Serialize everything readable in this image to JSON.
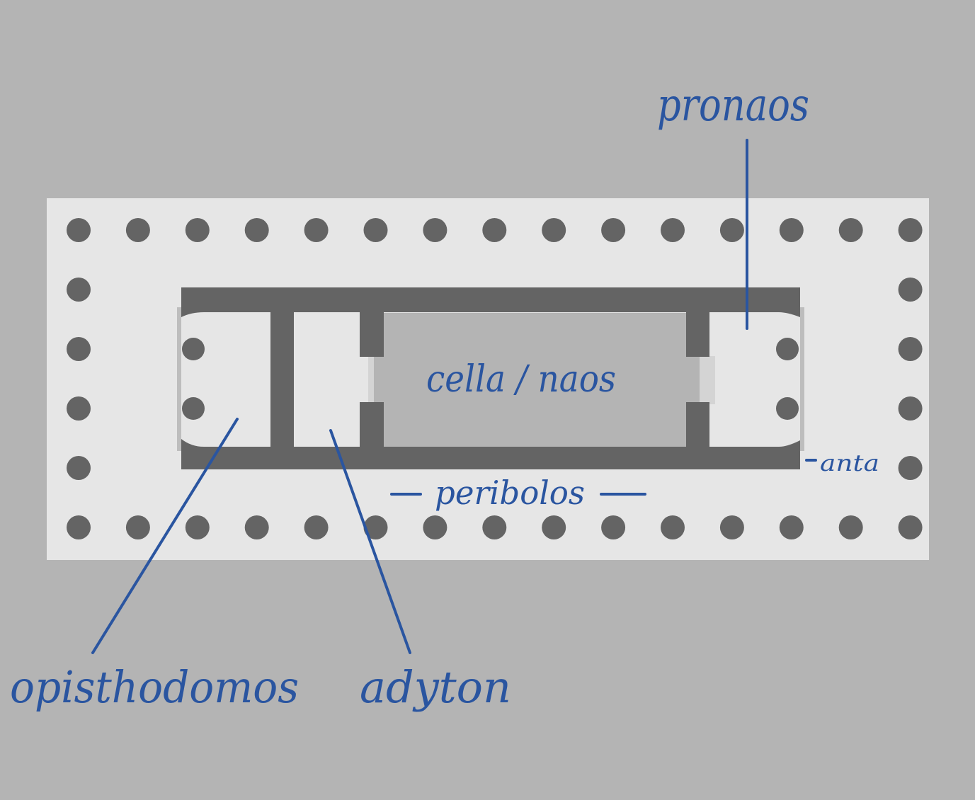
{
  "colors": {
    "background": "#b4b4b4",
    "platform": "#e6e6e6",
    "wall": "#646464",
    "column": "#646464",
    "cella_floor": "#b4b4b4",
    "ink": "#2a55a0"
  },
  "labels": {
    "pronaos": "pronaos",
    "cella": "cella / naos",
    "peribolos": "peribolos",
    "anta": "anta",
    "opisthodomos": "opisthodomos",
    "adyton": "adyton"
  }
}
